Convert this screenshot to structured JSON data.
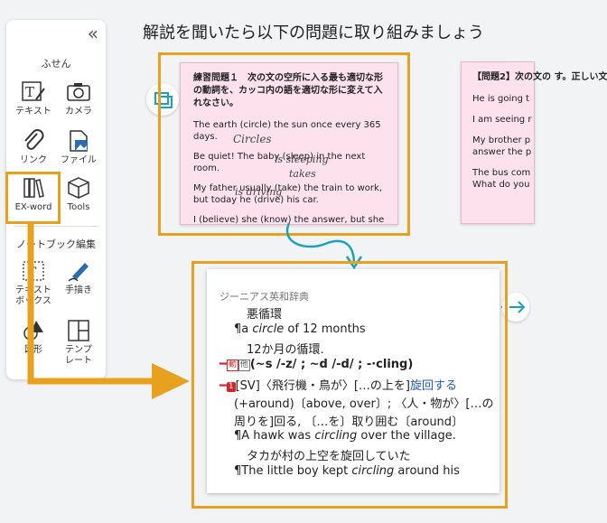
{
  "page_title": "解説を聞いたら以下の問題に取り組みましょう",
  "toolbox": {
    "collapse_icon": "«",
    "section_fusen": "ふせん",
    "section_notebook": "ノートブック編集",
    "tools": [
      {
        "label": "テキスト"
      },
      {
        "label": "カメラ"
      },
      {
        "label": "リンク"
      },
      {
        "label": "ファイル"
      },
      {
        "label": "EX-word"
      },
      {
        "label": "Tools"
      },
      {
        "label": "テキスト\nボックス"
      },
      {
        "label": "手描き"
      },
      {
        "label": "図形"
      },
      {
        "label": "テンプ\nレート"
      }
    ]
  },
  "card1": {
    "title": "練習問題１　次の文の空所に入る最も適切な形の動詞を、カッコ内の語を適切な形に変えて入れなさい。",
    "lines": [
      "The earth (circle) the sun once every 365 days.",
      "Be quiet! The baby (sleep) in the next room.",
      "My father usually (take) the train to work, but today he (drive) his car.",
      "I (believe) she (know) the answer, but she"
    ],
    "hand": [
      "Circles",
      "is sleeping",
      "takes",
      "is driving"
    ]
  },
  "card2": {
    "title": "【問題2】次の文の す。正しい文",
    "lines": [
      "He is going t",
      "I am seeing r",
      "My brother p answer the p",
      "The bus com What do you"
    ]
  },
  "dictionary": {
    "source": "ジーニアス英和辞典",
    "headword": "悪循環",
    "ex1_pre": "¶a ",
    "ex1_it": "circle",
    "ex1_post": " of 12 months",
    "ex1_ja": "12か月の循環.",
    "verb_badge": "動",
    "verb_badge2": "他",
    "forms": "(~s /-z/ ; ~d /-d/ ; -·cling)",
    "sense1_num": "1",
    "sense1_sv": "[SV]〈飛行機・鳥が〉[…の上を]",
    "sense1_link": "旋回する",
    "sense1_b": "(+around)〔above, over〕; 〈人・物が〉[…の",
    "sense1_c": "周りを]回る, 〔…を〕取り囲む〔around〕",
    "ex2_pre": "¶A hawk was ",
    "ex2_it": "circling",
    "ex2_post": " over the village.",
    "ex2_ja": "タカが村の上空を旋回していた",
    "ex3_pre": "¶The little boy kept ",
    "ex3_it": "circling",
    "ex3_post": " around his"
  }
}
